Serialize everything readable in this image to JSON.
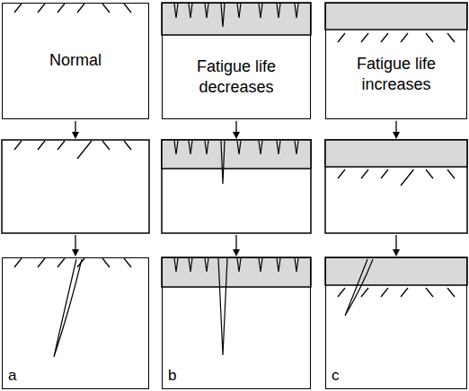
{
  "diagram": {
    "nodes": [
      {
        "text": [
          "Normal"
        ]
      },
      {
        "text": [
          "Fatigue life decreases"
        ]
      },
      {
        "text": [
          "Fatigue life increases"
        ]
      },
      {
        "text": [
          "a"
        ]
      },
      {
        "text": [
          "b"
        ]
      },
      {
        "text": [
          "c"
        ]
      }
    ]
  }
}
